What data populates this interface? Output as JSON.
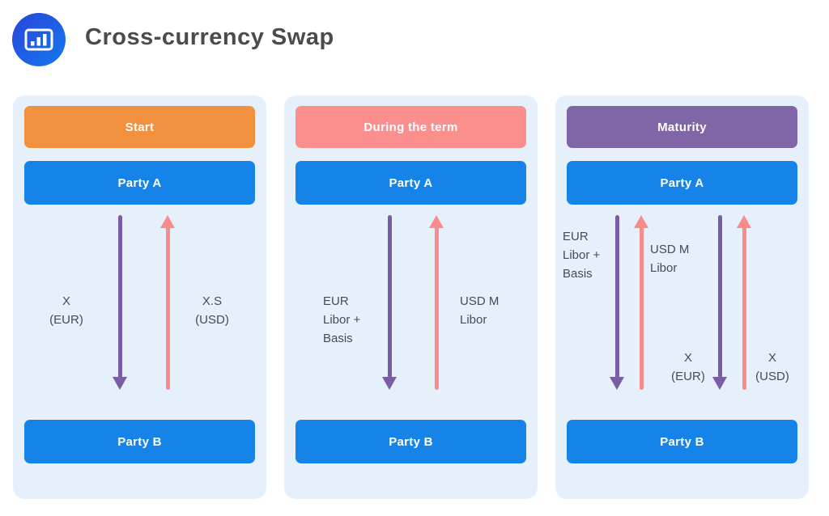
{
  "header": {
    "title": "Cross-currency Swap",
    "title_color": "#4B4B4B",
    "icon": "bar-chart-icon",
    "icon_gradient_from": "#2B44D8",
    "icon_gradient_to": "#1478F0"
  },
  "colors": {
    "page_background": "#FFFFFF",
    "panel_background": "#E6F0FA",
    "party_blue": "#1583E8",
    "arrow_purple": "#7B5CA6",
    "arrow_pink": "#F98B8B",
    "label_text": "#454B57"
  },
  "panels": [
    {
      "stage": {
        "label": "Start",
        "color": "#F1913F"
      },
      "party_top": "Party A",
      "party_bottom": "Party B",
      "flows": [
        {
          "direction": "down",
          "color": "#7B5CA6",
          "lines": [
            "X",
            "(EUR)"
          ]
        },
        {
          "direction": "up",
          "color": "#F98B8B",
          "lines": [
            "X.S",
            "(USD)"
          ]
        }
      ]
    },
    {
      "stage": {
        "label": "During the term",
        "color": "#FA8F8E"
      },
      "party_top": "Party A",
      "party_bottom": "Party B",
      "flows": [
        {
          "direction": "down",
          "color": "#7B5CA6",
          "lines": [
            "EUR",
            "Libor +",
            "Basis"
          ]
        },
        {
          "direction": "up",
          "color": "#F98B8B",
          "lines": [
            "USD M",
            "Libor"
          ]
        }
      ]
    },
    {
      "stage": {
        "label": "Maturity",
        "color": "#8066A6"
      },
      "party_top": "Party A",
      "party_bottom": "Party B",
      "flows": [
        {
          "direction": "down",
          "color": "#7B5CA6",
          "lines": [
            "EUR",
            "Libor +",
            "Basis"
          ]
        },
        {
          "direction": "up",
          "color": "#F98B8B",
          "lines": [
            "USD M",
            "Libor"
          ]
        },
        {
          "direction": "down",
          "color": "#7B5CA6",
          "lines": [
            "X",
            "(EUR)"
          ]
        },
        {
          "direction": "up",
          "color": "#F98B8B",
          "lines": [
            "X",
            "(USD)"
          ]
        }
      ]
    }
  ]
}
